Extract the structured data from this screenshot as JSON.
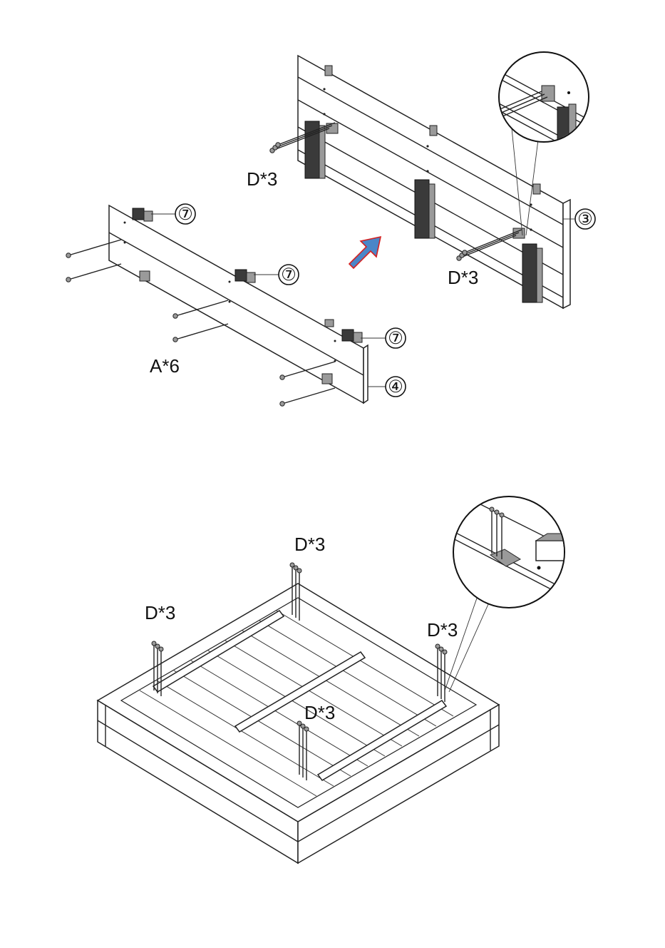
{
  "step1": {
    "screws_back_left": "D*3",
    "screws_back_right": "D*3",
    "screws_front": "A*6",
    "part_back_panel": "③",
    "part_front_panel": "④",
    "part_brace_1": "⑦",
    "part_brace_2": "⑦",
    "part_brace_3": "⑦",
    "arrow_color": "#4a86c8",
    "arrow_outline": "#d42020"
  },
  "step2": {
    "screws_top": "D*3",
    "screws_left": "D*3",
    "screws_right": "D*3",
    "screws_center": "D*3"
  }
}
